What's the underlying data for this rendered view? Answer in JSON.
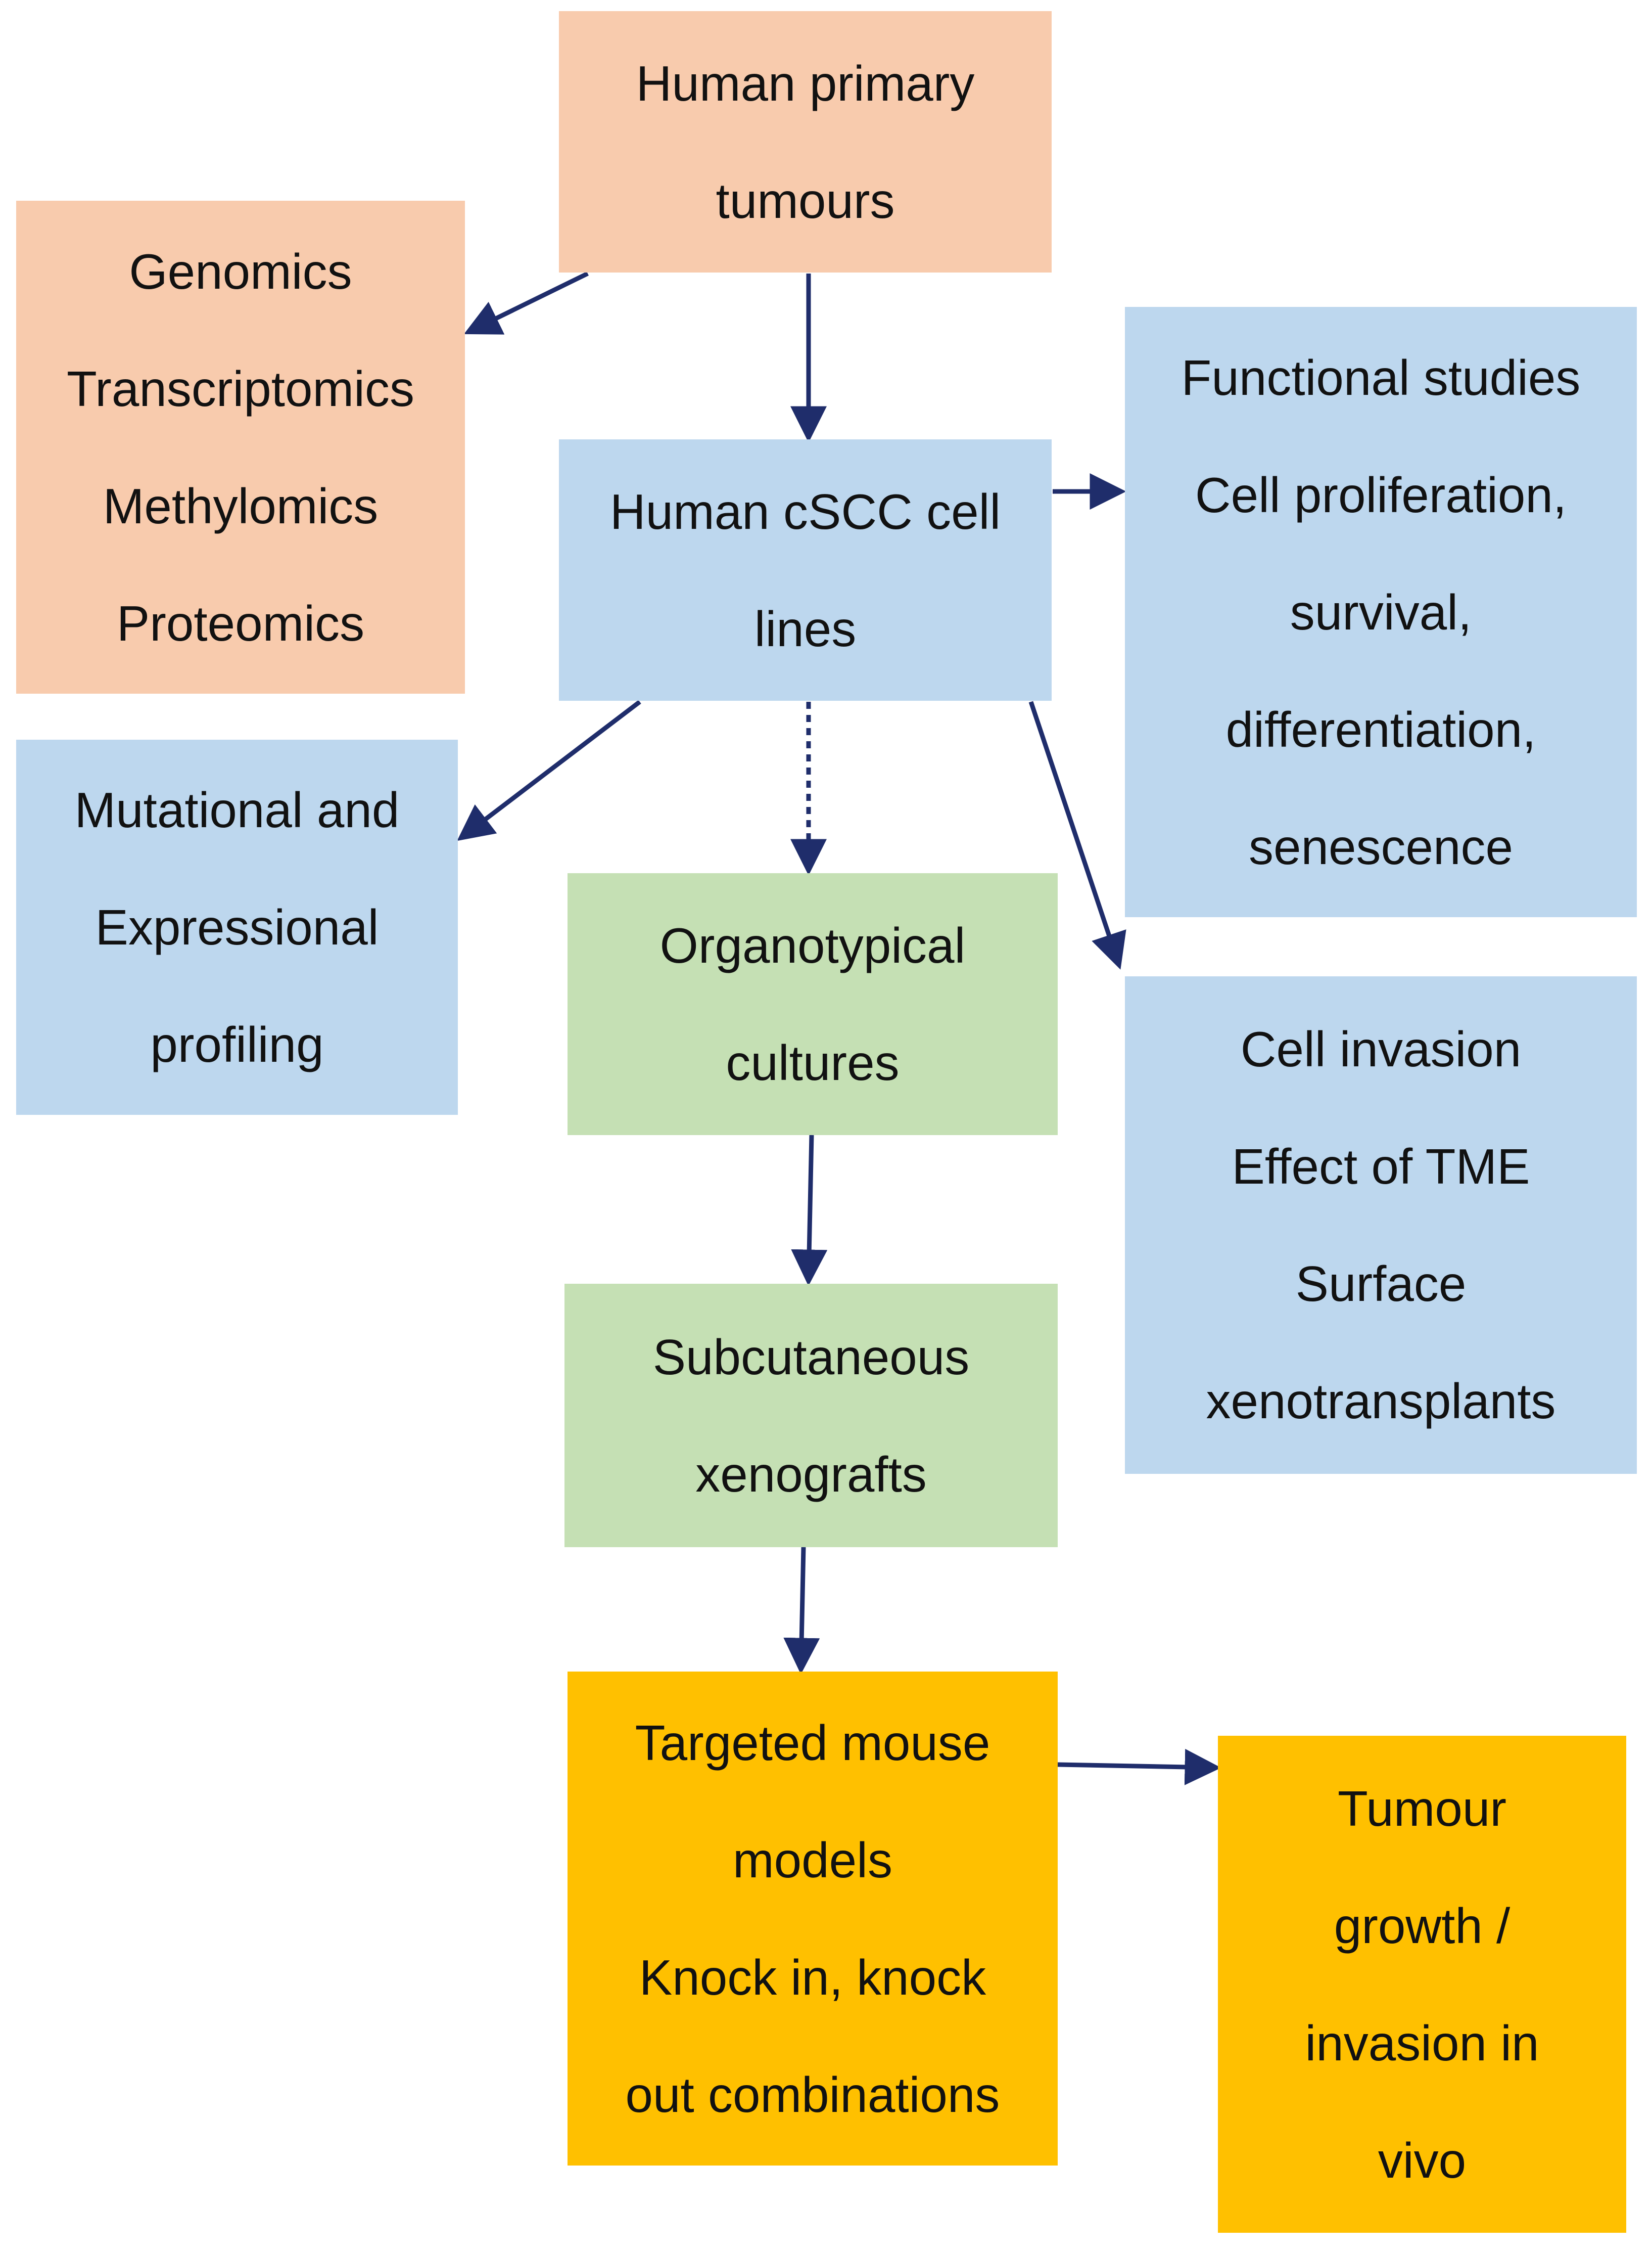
{
  "colors": {
    "peach": "#F8CBAD",
    "blue": "#BDD7EE",
    "green": "#C5E0B4",
    "gold": "#FFC000",
    "arrow": "#1F2D6B"
  },
  "nodes": {
    "primary": {
      "lines": [
        "Human primary",
        "tumours"
      ],
      "color": "peach"
    },
    "omics": {
      "lines": [
        "Genomics",
        "Transcriptomics",
        "Methylomics",
        "Proteomics"
      ],
      "color": "peach"
    },
    "cell_lines": {
      "lines": [
        "Human cSCC cell",
        "lines"
      ],
      "color": "blue"
    },
    "functional": {
      "lines": [
        "Functional  studies",
        "Cell proliferation,",
        "survival,",
        "differentiation,",
        "senescence"
      ],
      "color": "blue"
    },
    "profiling": {
      "lines": [
        "Mutational  and",
        "Expressional",
        "profiling"
      ],
      "color": "blue"
    },
    "organotypical": {
      "lines": [
        "Organotypical",
        "cultures"
      ],
      "color": "green"
    },
    "invasion": {
      "lines": [
        "Cell invasion",
        "Effect of TME",
        "Surface",
        "xenotransplants"
      ],
      "color": "blue"
    },
    "xenografts": {
      "lines": [
        "Subcutaneous",
        "xenografts"
      ],
      "color": "green"
    },
    "mouse_models": {
      "lines": [
        "Targeted  mouse",
        "models",
        "Knock in, knock",
        "out combinations"
      ],
      "color": "gold"
    },
    "tumour_growth": {
      "lines": [
        "Tumour",
        "growth /",
        "invasion in",
        "vivo"
      ],
      "color": "gold"
    }
  },
  "edges": [
    {
      "from": "primary",
      "to": "omics",
      "style": "solid"
    },
    {
      "from": "primary",
      "to": "cell_lines",
      "style": "solid"
    },
    {
      "from": "cell_lines",
      "to": "functional",
      "style": "solid"
    },
    {
      "from": "cell_lines",
      "to": "profiling",
      "style": "solid"
    },
    {
      "from": "cell_lines",
      "to": "organotypical",
      "style": "dotted"
    },
    {
      "from": "cell_lines",
      "to": "invasion",
      "style": "solid"
    },
    {
      "from": "organotypical",
      "to": "xenografts",
      "style": "solid"
    },
    {
      "from": "xenografts",
      "to": "mouse_models",
      "style": "solid"
    },
    {
      "from": "mouse_models",
      "to": "tumour_growth",
      "style": "solid"
    }
  ]
}
